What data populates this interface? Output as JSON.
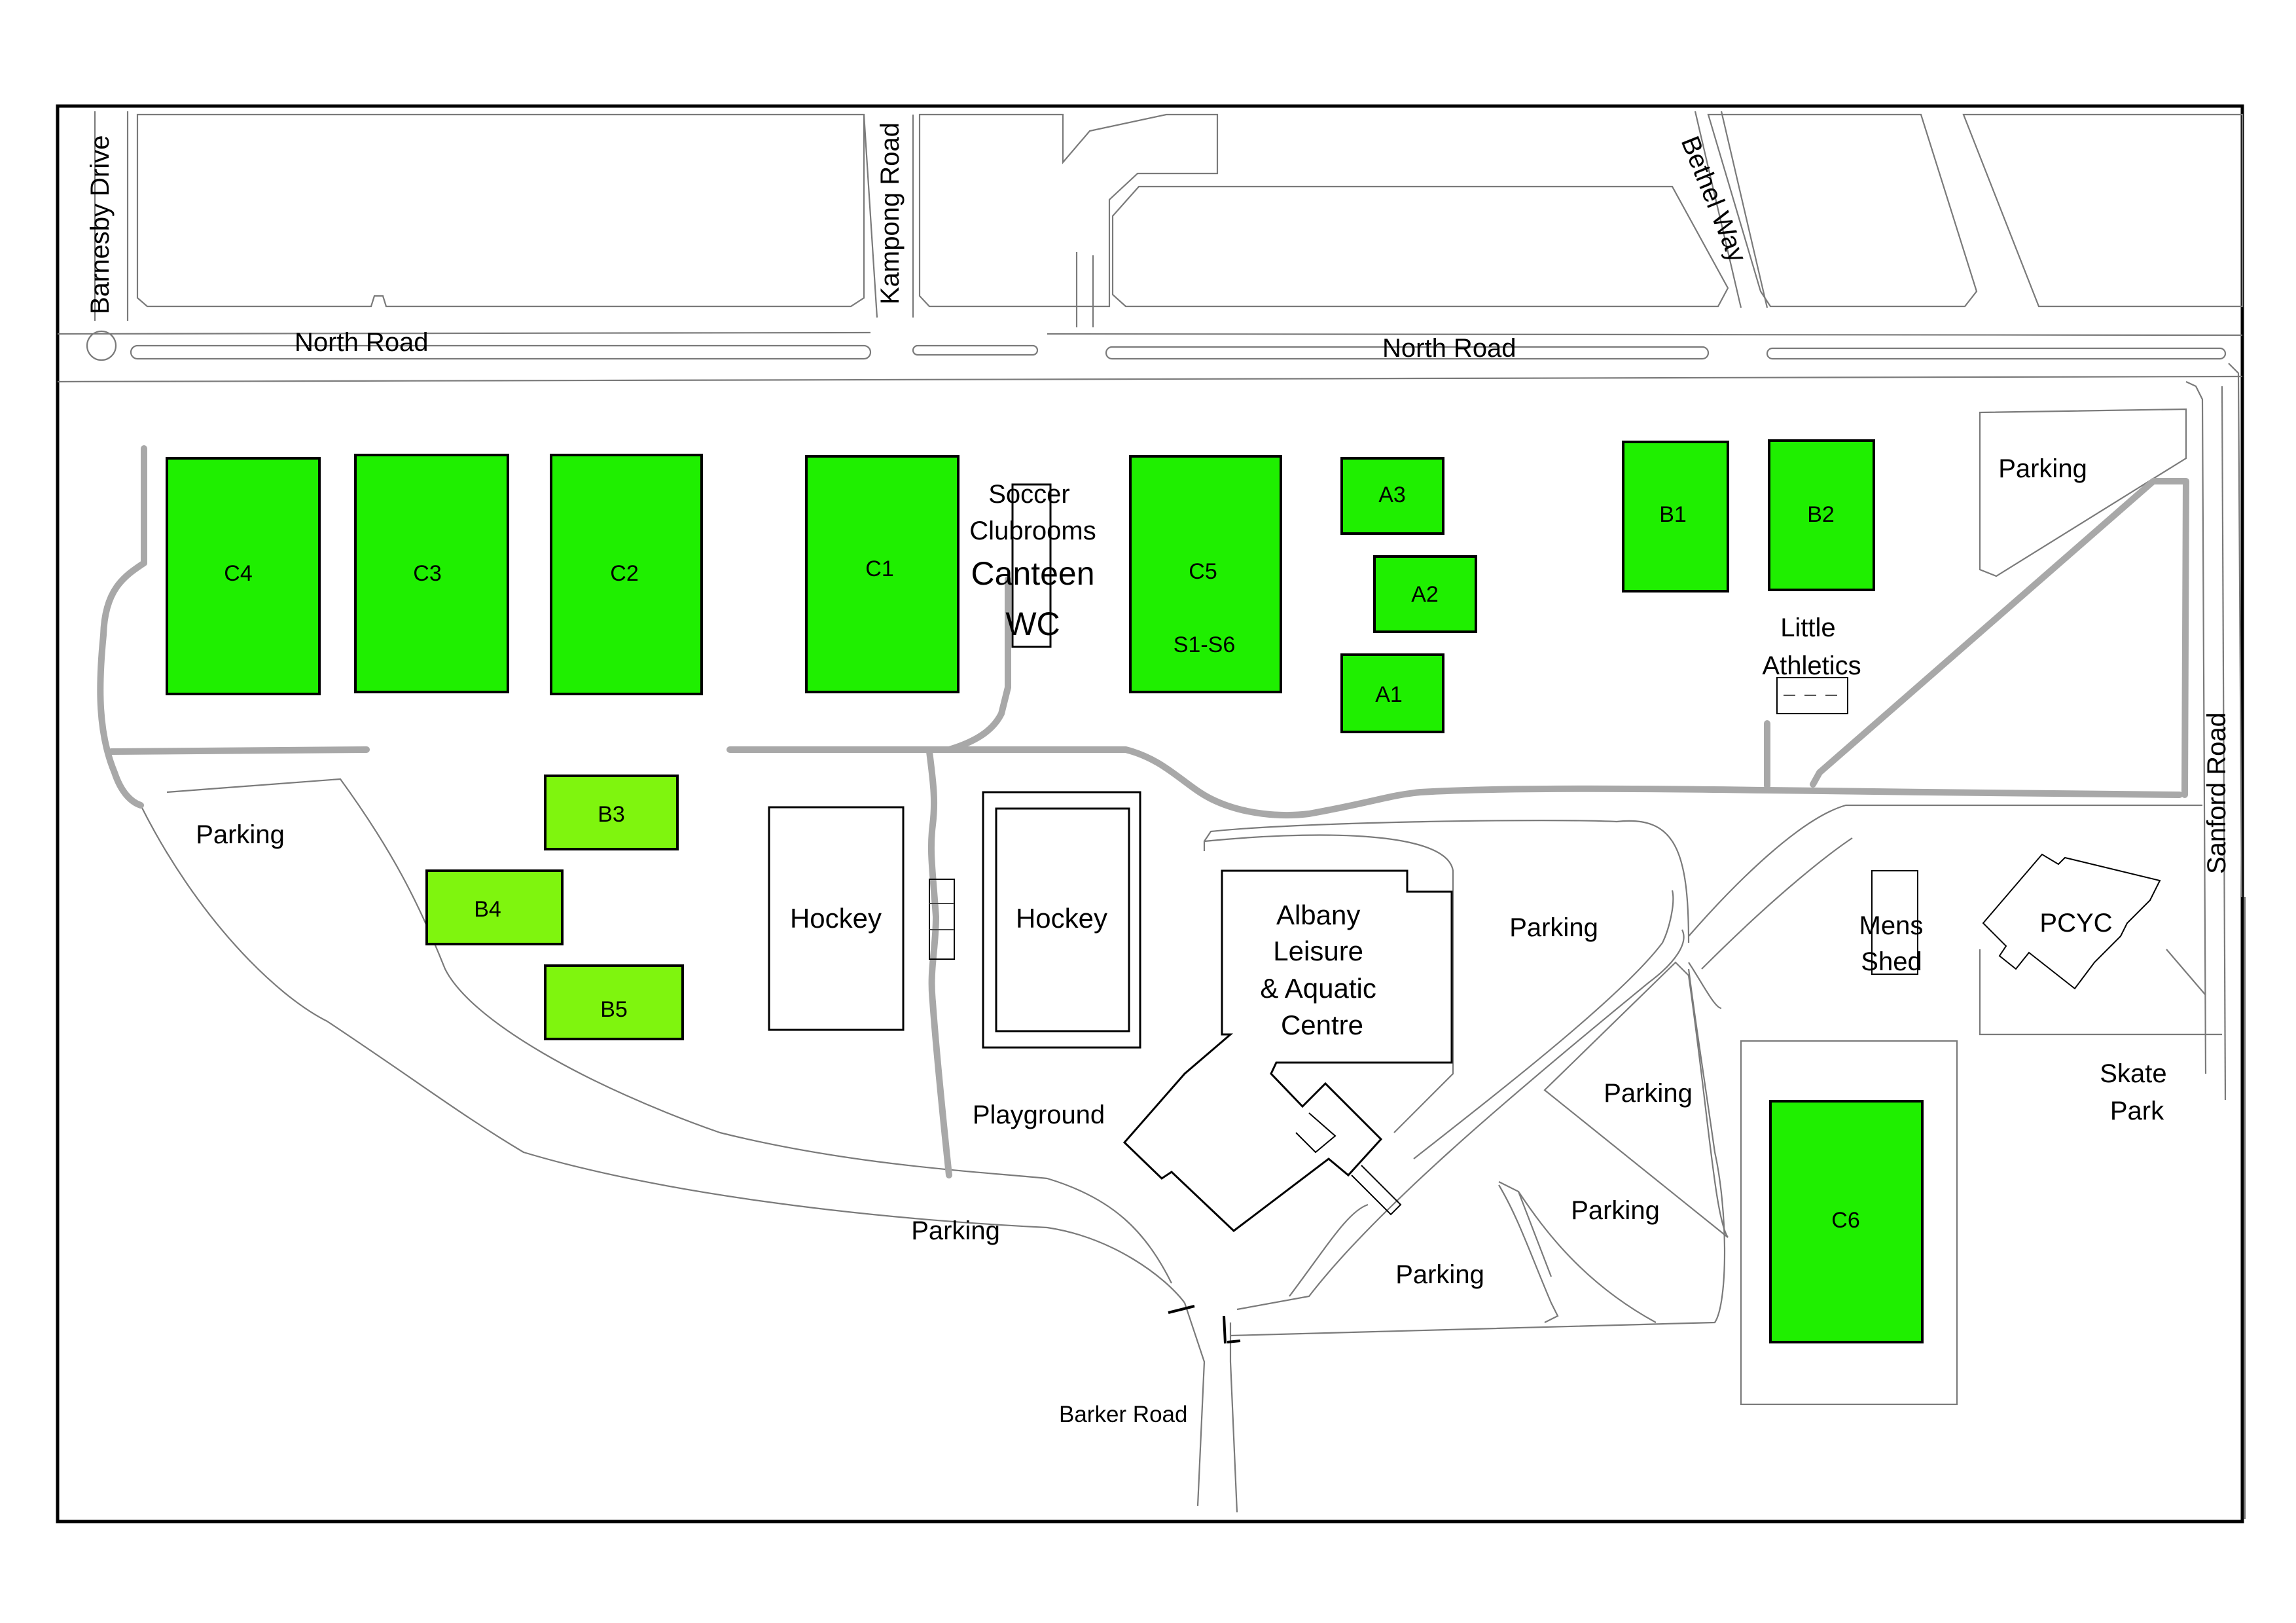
{
  "map": {
    "colors": {
      "pitch_green": "#1fef00",
      "pitch_lightgreen": "#7ff50e",
      "path_grey": "#a8a8a8",
      "road_grey": "#7a7a7a"
    },
    "roads": {
      "barnesby": "Barnesby Drive",
      "kampong": "Kampong Road",
      "bethel": "Bethel Way",
      "north_west": "North Road",
      "north_east": "North Road",
      "sanford": "Sanford Road",
      "barker": "Barker Road"
    },
    "pitches": {
      "c4": "C4",
      "c3": "C3",
      "c2": "C2",
      "c1": "C1",
      "c5": "C5",
      "c5_sub": "S1-S6",
      "a3": "A3",
      "a2": "A2",
      "a1": "A1",
      "b1": "B1",
      "b2": "B2",
      "b3": "B3",
      "b4": "B4",
      "b5": "B5",
      "c6": "C6"
    },
    "facilities": {
      "soccer": [
        "Soccer",
        "Clubrooms"
      ],
      "canteen": "Canteen",
      "wc": "WC",
      "hockey_1": "Hockey",
      "hockey_2": "Hockey",
      "little_athletics": [
        "Little",
        "Athletics"
      ],
      "leisure": [
        "Albany",
        "Leisure",
        "& Aquatic",
        "Centre"
      ],
      "mens_shed": [
        "Mens",
        "Shed"
      ],
      "pcyc": "PCYC",
      "skate": [
        "Skate",
        "Park"
      ],
      "playground": "Playground"
    },
    "parking": {
      "top_right": "Parking",
      "west": "Parking",
      "south": "Parking",
      "centre": "Parking",
      "east_mid": "Parking",
      "east_low": "Parking",
      "bottom": "Parking"
    }
  }
}
